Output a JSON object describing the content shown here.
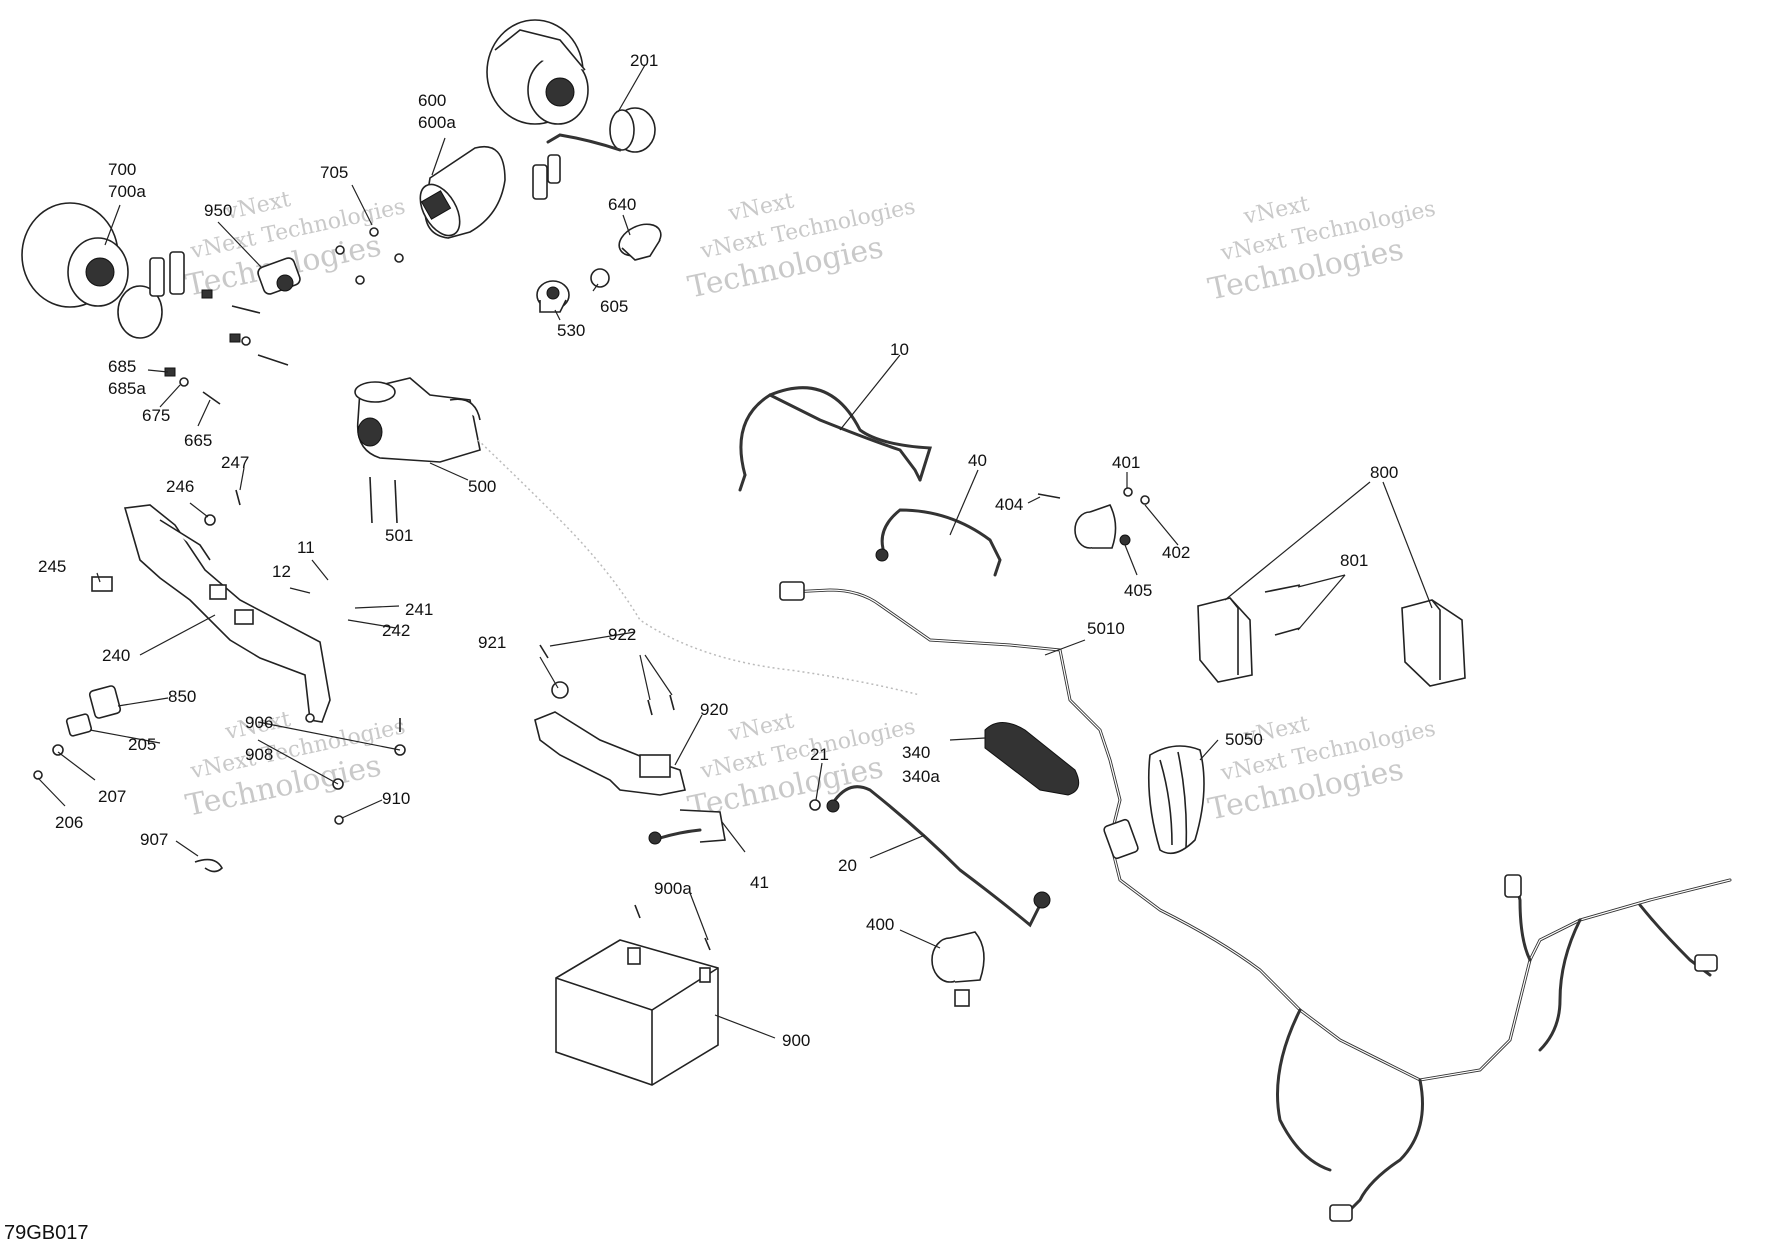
{
  "drawing_code": "79GB017",
  "watermark": {
    "line1": "vNext",
    "line2": "vNext Technologies",
    "line3": "Technologies"
  },
  "callouts": {
    "c201": "201",
    "c600": "600",
    "c600a": "600a",
    "c700": "700",
    "c700a": "700a",
    "c705": "705",
    "c950": "950",
    "c640": "640",
    "c605": "605",
    "c530": "530",
    "c685": "685",
    "c685a": "685a",
    "c675": "675",
    "c665": "665",
    "c10": "10",
    "c40": "40",
    "c401": "401",
    "c404": "404",
    "c402": "402",
    "c405": "405",
    "c800": "800",
    "c801": "801",
    "c500": "500",
    "c501": "501",
    "c247": "247",
    "c246": "246",
    "c11": "11",
    "c12": "12",
    "c245": "245",
    "c241": "241",
    "c242": "242",
    "c240": "240",
    "c5010": "5010",
    "c921": "921",
    "c922": "922",
    "c920": "920",
    "c850": "850",
    "c906": "906",
    "c908": "908",
    "c205": "205",
    "c207": "207",
    "c206": "206",
    "c910": "910",
    "c907": "907",
    "c340": "340",
    "c340a": "340a",
    "c5050": "5050",
    "c21": "21",
    "c20": "20",
    "c41": "41",
    "c900a": "900a",
    "c400": "400",
    "c900": "900"
  }
}
